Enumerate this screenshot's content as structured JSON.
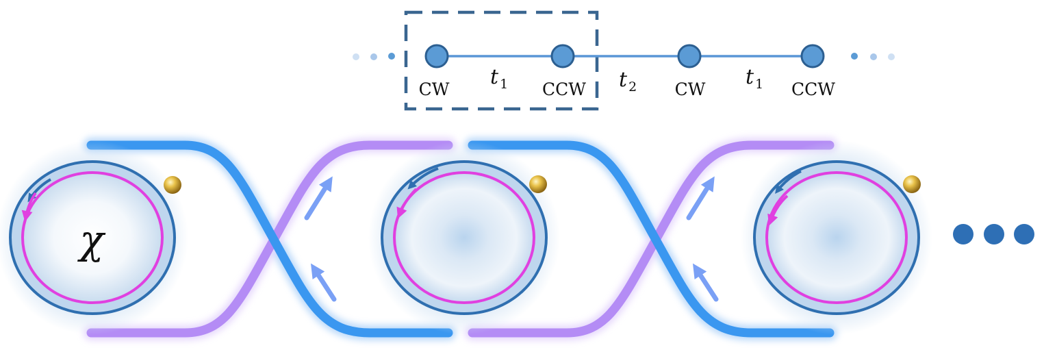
{
  "chain": {
    "sites": [
      {
        "label": "CW"
      },
      {
        "label": "CCW"
      },
      {
        "label": "CW"
      },
      {
        "label": "CCW"
      }
    ],
    "couplings": [
      {
        "symbol": "t",
        "sub": "1"
      },
      {
        "symbol": "t",
        "sub": "2"
      },
      {
        "symbol": "t",
        "sub": "1"
      }
    ]
  },
  "resonator": {
    "symbol": "χ"
  },
  "colors": {
    "node": "#5b9bd5",
    "node_stroke": "#2c5f91",
    "line": "#5a96d6",
    "box": "#3a6690",
    "waveguide_blue": "#3a97f0",
    "waveguide_purple": "#b48cf5",
    "ring_outer": "#2f6fb0",
    "ring_inner": "#e040e0",
    "arrow": "#7aa0f5",
    "dots": "#2e6fb5",
    "particle": "#d4a82a"
  },
  "icons": {
    "particle": "gold-sphere-icon",
    "arrow": "arrow-icon",
    "ellipsis": "ellipsis-icon"
  }
}
